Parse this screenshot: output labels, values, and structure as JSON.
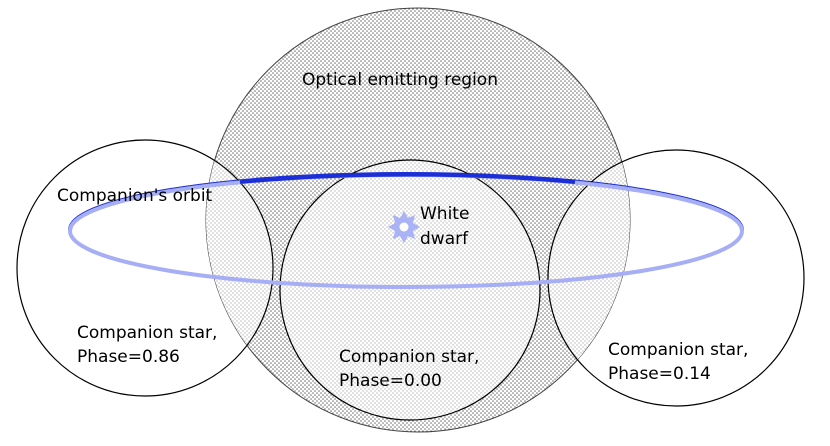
{
  "diagram": {
    "region_label": "Optical emitting region",
    "orbit_label": "Companion's orbit",
    "white_dwarf": {
      "line1": "White",
      "line2": "dwarf",
      "icon": "starburst-icon"
    },
    "companions": {
      "left": {
        "line1": "Companion star,",
        "line2": "Phase=0.86"
      },
      "center": {
        "line1": "Companion star,",
        "line2": "Phase=0.00"
      },
      "right": {
        "line1": "Companion star,",
        "line2": "Phase=0.14"
      }
    },
    "colors": {
      "orbit_front": "#a6aef5",
      "orbit_back": "#1c2fd6",
      "white_dwarf": "#aab3f5",
      "outline": "#000000",
      "dots": "#6e6e6e"
    }
  }
}
